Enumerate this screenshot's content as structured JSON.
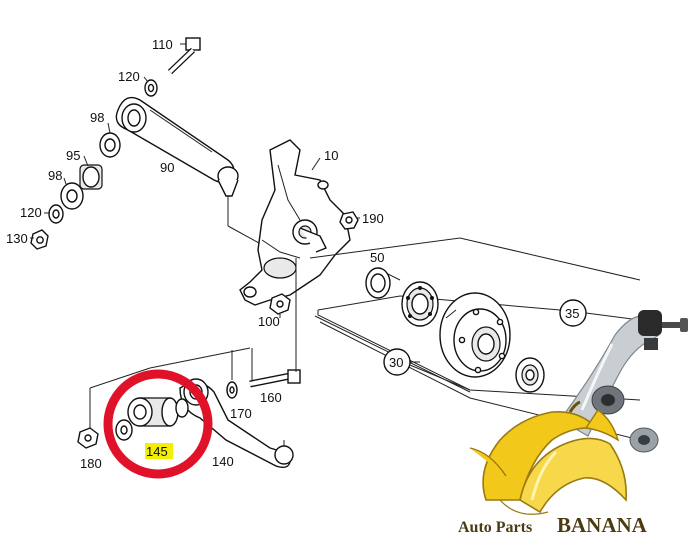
{
  "callouts": {
    "c110": "110",
    "c120a": "120",
    "c98a": "98",
    "c95": "95",
    "c98b": "98",
    "c120b": "120",
    "c130": "130",
    "c90": "90",
    "c10": "10",
    "c190": "190",
    "c50": "50",
    "c100": "100",
    "c35": "35",
    "c30": "30",
    "c170": "170",
    "c160": "160",
    "c180": "180",
    "c145": "145",
    "c140": "140"
  },
  "brand": {
    "word1": "Auto Parts",
    "word2": "BANANA"
  },
  "colors": {
    "highlight_circle": "#e0122a",
    "highlight_label_bg": "#f2f000",
    "banana_yellow": "#f2c81a",
    "banana_dark": "#9a7a10"
  }
}
